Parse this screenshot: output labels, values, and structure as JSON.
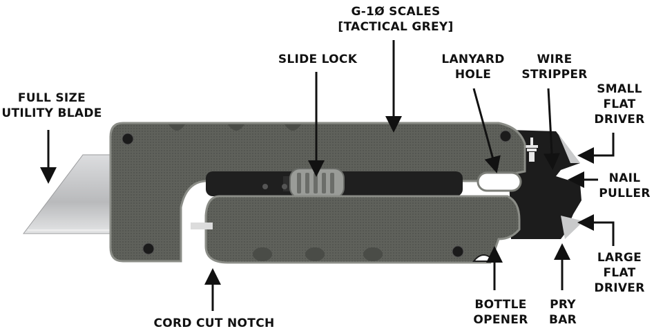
{
  "labels": {
    "scales": "G-1Ø SCALES\n[TACTICAL GREY]",
    "slide_lock": "SLIDE LOCK",
    "lanyard_hole": "LANYARD\nHOLE",
    "wire_stripper": "WIRE\nSTRIPPER",
    "small_flat_driver": "SMALL\nFLAT\nDRIVER",
    "full_size_blade": "FULL SIZE\nUTILITY BLADE",
    "nail_puller": "NAIL\nPULLER",
    "large_flat_driver": "LARGE\nFLAT\nDRIVER",
    "bottle_opener": "BOTTLE\nOPENER",
    "pry_bar": "PRY\nBAR",
    "cord_cut_notch": "CORD CUT NOTCH"
  },
  "colors": {
    "scale": "#5f615b",
    "scale_dark": "#474a45",
    "frame": "#7c7e78",
    "blade": "#c9cacb",
    "steel_black": "#1c1c1c",
    "text": "#111111"
  }
}
